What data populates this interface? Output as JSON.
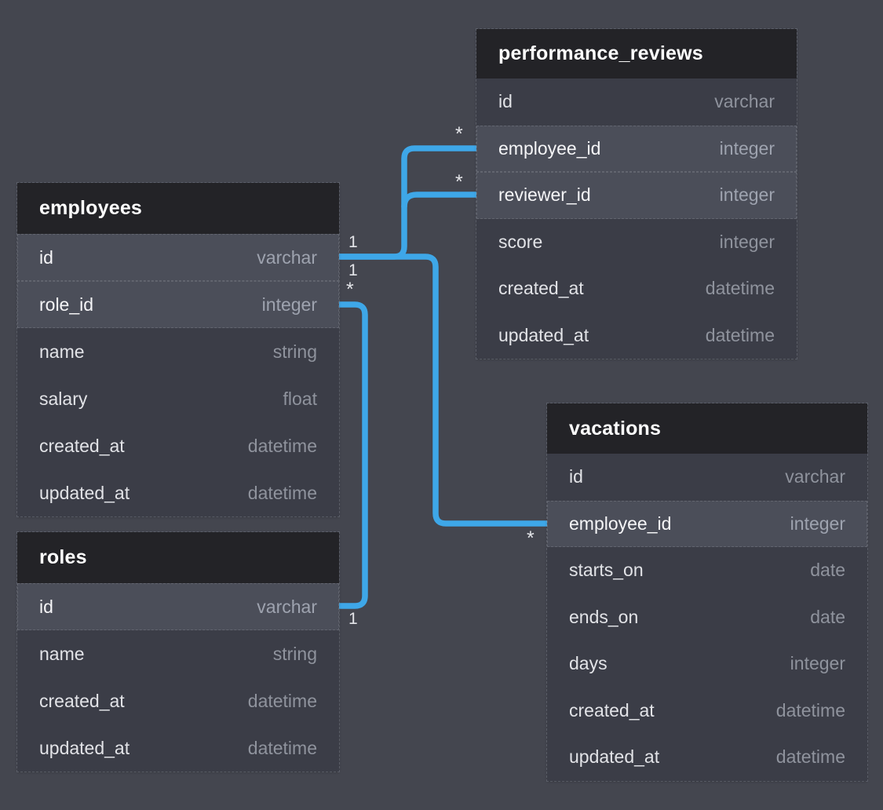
{
  "diagram": {
    "tables": [
      {
        "id": "employees",
        "title": "employees",
        "fields": [
          {
            "name": "id",
            "type": "varchar",
            "highlight": true
          },
          {
            "name": "role_id",
            "type": "integer",
            "highlight": true
          },
          {
            "name": "name",
            "type": "string",
            "highlight": false
          },
          {
            "name": "salary",
            "type": "float",
            "highlight": false
          },
          {
            "name": "created_at",
            "type": "datetime",
            "highlight": false
          },
          {
            "name": "updated_at",
            "type": "datetime",
            "highlight": false
          }
        ]
      },
      {
        "id": "roles",
        "title": "roles",
        "fields": [
          {
            "name": "id",
            "type": "varchar",
            "highlight": true
          },
          {
            "name": "name",
            "type": "string",
            "highlight": false
          },
          {
            "name": "created_at",
            "type": "datetime",
            "highlight": false
          },
          {
            "name": "updated_at",
            "type": "datetime",
            "highlight": false
          }
        ]
      },
      {
        "id": "performance_reviews",
        "title": "performance_reviews",
        "fields": [
          {
            "name": "id",
            "type": "varchar",
            "highlight": false
          },
          {
            "name": "employee_id",
            "type": "integer",
            "highlight": true
          },
          {
            "name": "reviewer_id",
            "type": "integer",
            "highlight": true
          },
          {
            "name": "score",
            "type": "integer",
            "highlight": false
          },
          {
            "name": "created_at",
            "type": "datetime",
            "highlight": false
          },
          {
            "name": "updated_at",
            "type": "datetime",
            "highlight": false
          }
        ]
      },
      {
        "id": "vacations",
        "title": "vacations",
        "fields": [
          {
            "name": "id",
            "type": "varchar",
            "highlight": false
          },
          {
            "name": "employee_id",
            "type": "integer",
            "highlight": true
          },
          {
            "name": "starts_on",
            "type": "date",
            "highlight": false
          },
          {
            "name": "ends_on",
            "type": "date",
            "highlight": false
          },
          {
            "name": "days",
            "type": "integer",
            "highlight": false
          },
          {
            "name": "created_at",
            "type": "datetime",
            "highlight": false
          },
          {
            "name": "updated_at",
            "type": "datetime",
            "highlight": false
          }
        ]
      }
    ],
    "relationships": [
      {
        "from": "employees.id",
        "to": "performance_reviews.employee_id",
        "from_label": "1",
        "to_label": "*"
      },
      {
        "from": "employees.id",
        "to": "performance_reviews.reviewer_id",
        "from_label": "1",
        "to_label": "*"
      },
      {
        "from": "employees.id",
        "to": "vacations.employee_id",
        "from_label": "1",
        "to_label": "*"
      },
      {
        "from": "employees.role_id",
        "to": "roles.id",
        "from_label": "*",
        "to_label": "1"
      }
    ]
  },
  "colors": {
    "background": "#44464F",
    "table_header_bg": "#232327",
    "row_bg": "#3B3D47",
    "row_highlight_bg": "#4B4E59",
    "field_text": "#E2E3E7",
    "field_text_highlight": "#F5F5F7",
    "type_text": "#8F939D",
    "type_text_highlight": "#9EA3AF",
    "relation_line": "#3EA7E8",
    "label_text": "#E3E4E8"
  }
}
